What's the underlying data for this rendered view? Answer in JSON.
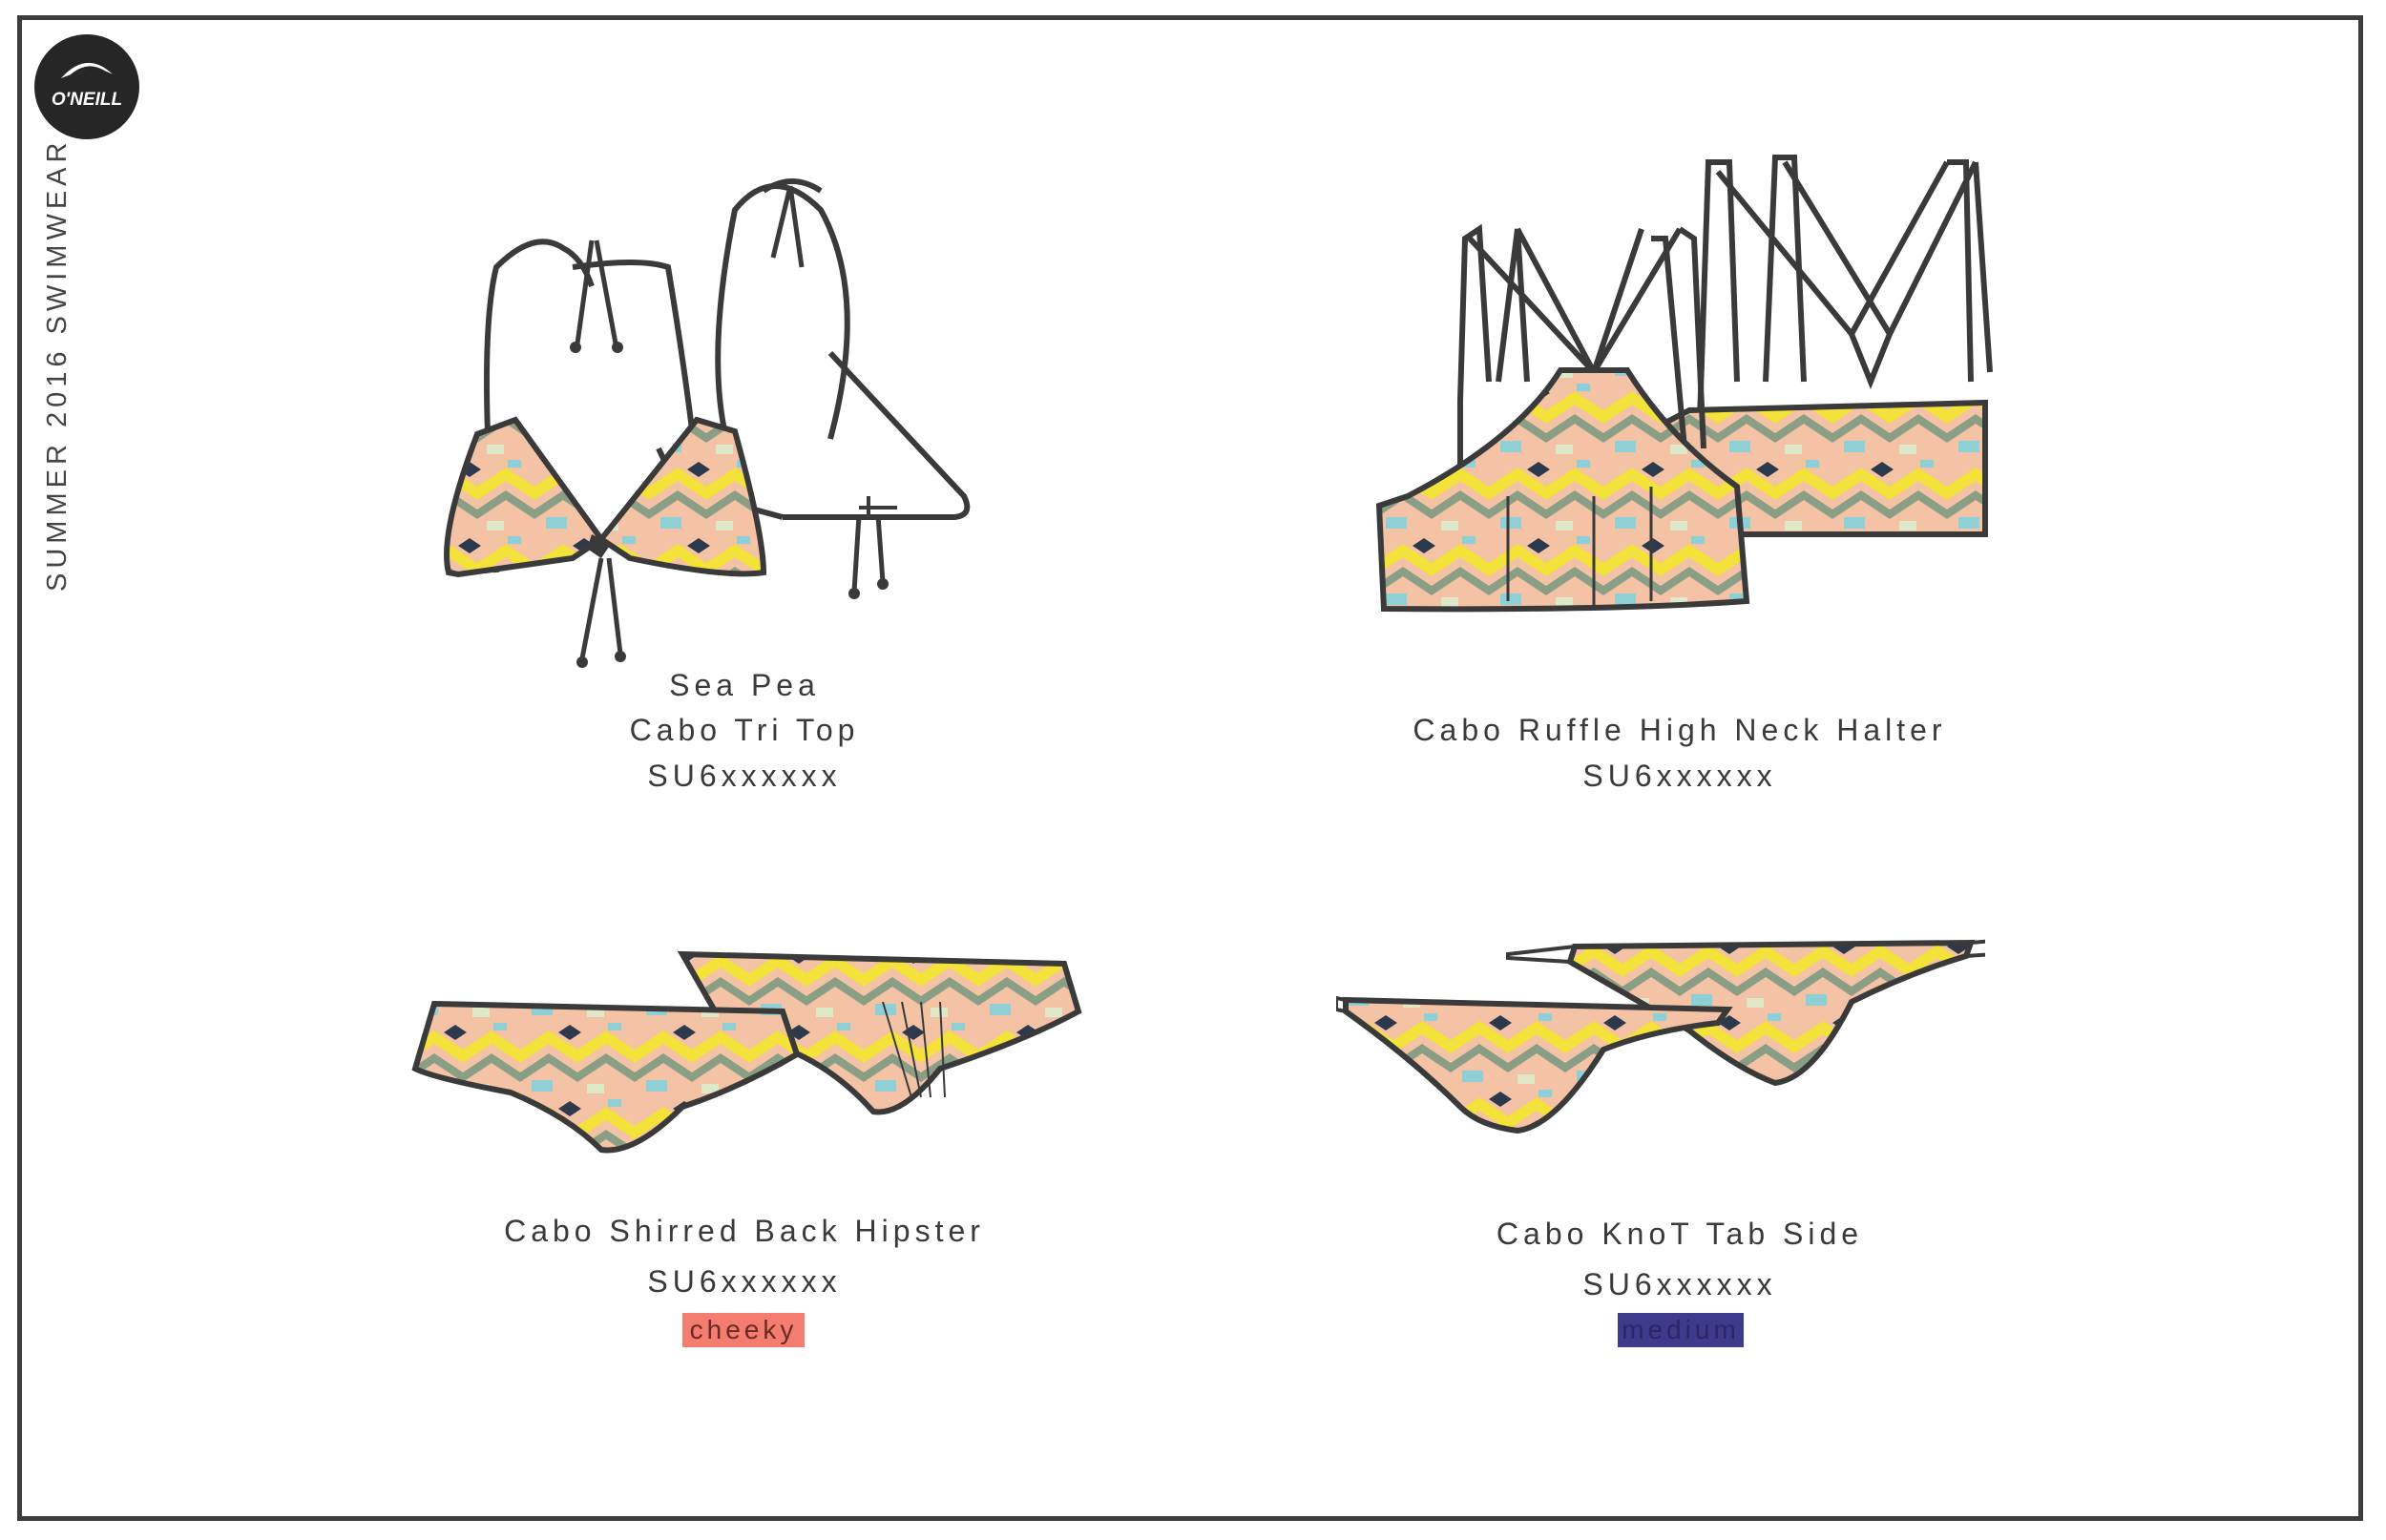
{
  "brand": {
    "logo_text": "O'NEILL",
    "collection": "SUMMER 2016 SWIMWEAR"
  },
  "colors": {
    "frame": "#3d3d3d",
    "print_peach": "#f4b79b",
    "print_yellow": "#f2e23a",
    "print_sage": "#8a9e86",
    "print_aqua": "#8fd0d6",
    "print_navy": "#2d3a4e",
    "cheeky_badge": "#f47d6f",
    "medium_badge": "#3e3a8c"
  },
  "products": [
    {
      "style_name": "Sea Pea",
      "product_name": "Cabo Tri Top",
      "sku": "SU6xxxxxx",
      "illustration": "triangle-bikini-top-front-back"
    },
    {
      "product_name": "Cabo Ruffle High Neck Halter",
      "sku": "SU6xxxxxx",
      "illustration": "high-neck-halter-front-back"
    },
    {
      "product_name": "Cabo Shirred Back Hipster",
      "sku": "SU6xxxxxx",
      "coverage": "cheeky",
      "illustration": "hipster-bottom-front-back"
    },
    {
      "product_name": "Cabo KnoT Tab Side",
      "sku": "SU6xxxxxx",
      "coverage": "medium",
      "illustration": "tab-side-bottom-front-back"
    }
  ]
}
